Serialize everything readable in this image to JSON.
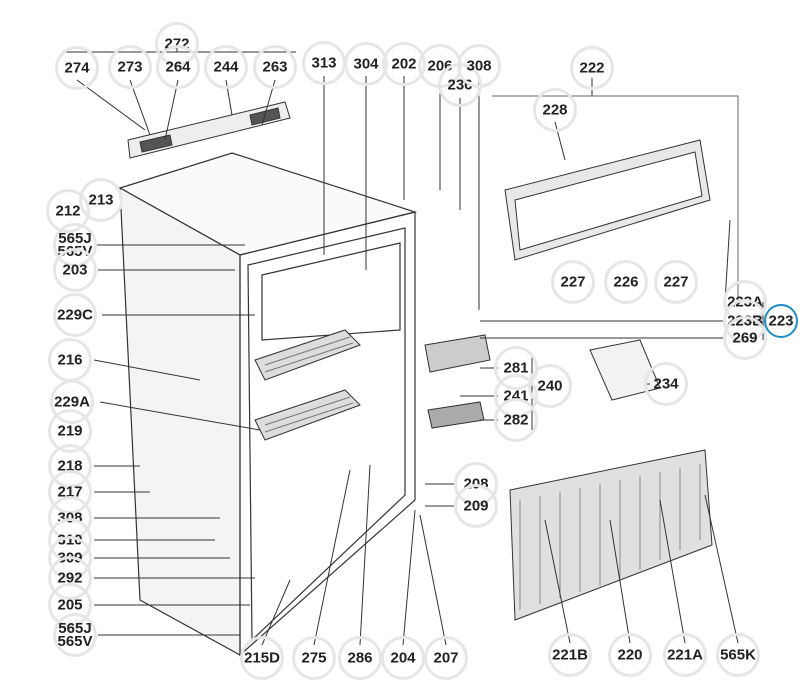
{
  "diagram": {
    "title": "Refrigerator exploded parts diagram",
    "highlight_color": "#1a8fc4",
    "labels": [
      "272",
      "274",
      "273",
      "264",
      "244",
      "263",
      "313",
      "304",
      "202",
      "206",
      "236",
      "308",
      "222",
      "228",
      "212",
      "213",
      "565J\n565V",
      "203",
      "229C",
      "216",
      "229A",
      "219",
      "218",
      "217",
      "308",
      "310",
      "309",
      "292",
      "205",
      "565J\n565V",
      "215D",
      "275",
      "286",
      "204",
      "207",
      "221B",
      "220",
      "221A",
      "565K",
      "227",
      "226",
      "227",
      "223A",
      "223B",
      "223",
      "269",
      "281",
      "240",
      "241",
      "282",
      "234",
      "208",
      "209"
    ]
  }
}
